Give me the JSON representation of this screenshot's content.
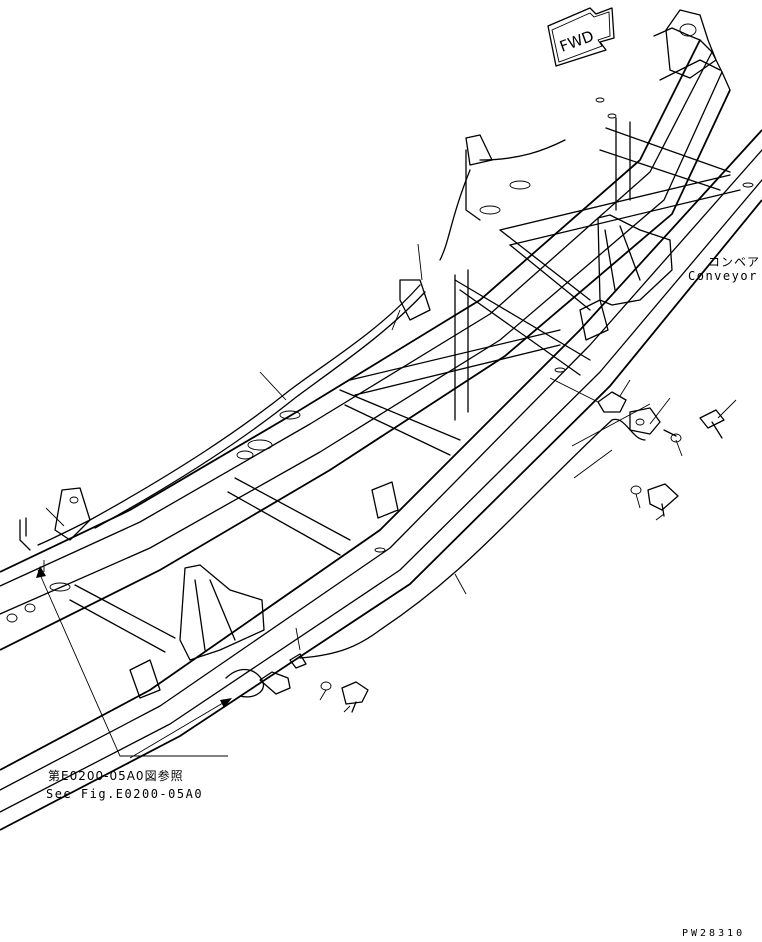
{
  "labels": {
    "conveyor_jp": "コンベア",
    "conveyor_en": "Conveyor",
    "reference_jp": "第E0200-05A0図参照",
    "reference_en": "See Fig.E0200-05A0",
    "drawing_code": "PW28310",
    "fwd_arrow": "FWD"
  },
  "icons": {
    "fwd": "forward-arrow-icon"
  },
  "colors": {
    "line": "#000000",
    "background": "#ffffff"
  }
}
